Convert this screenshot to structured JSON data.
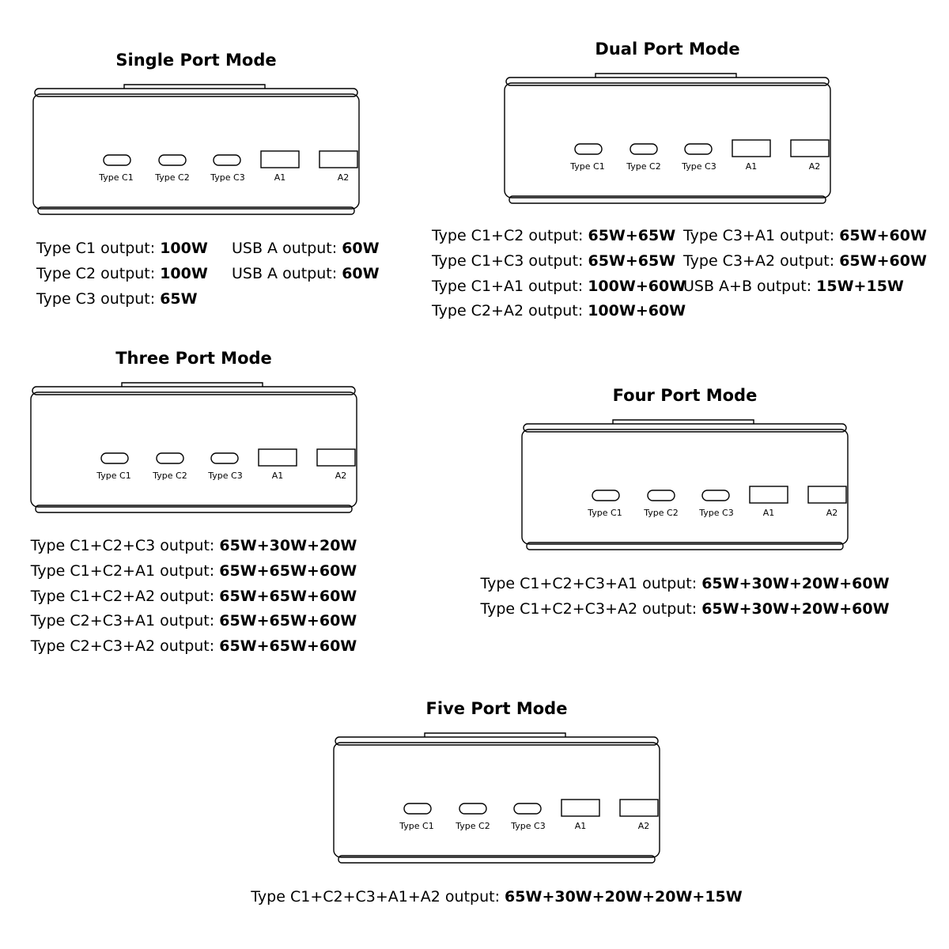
{
  "port_labels": [
    "Type C1",
    "Type C2",
    "Type C3",
    "A1",
    "A2"
  ],
  "modes": [
    {
      "id": "single",
      "title": "Single Port Mode",
      "specs": [
        {
          "label": "Type C1 output:",
          "value": "100W"
        },
        {
          "label": "Type C2 output:",
          "value": "100W"
        },
        {
          "label": "Type C3 output:",
          "value": "65W"
        },
        {
          "label": "USB A output:",
          "value": "60W"
        },
        {
          "label": "USB A output:",
          "value": "60W"
        }
      ]
    },
    {
      "id": "dual",
      "title": "Dual Port Mode",
      "specs": [
        {
          "label": "Type C1+C2 output:",
          "value": "65W+65W"
        },
        {
          "label": "Type C1+C3 output:",
          "value": "65W+65W"
        },
        {
          "label": "Type C1+A1 output:",
          "value": "100W+60W"
        },
        {
          "label": "Type C2+A2 output:",
          "value": "100W+60W"
        },
        {
          "label": "Type C3+A1 output:",
          "value": "65W+60W"
        },
        {
          "label": "Type C3+A2 output:",
          "value": "65W+60W"
        },
        {
          "label": "USB A+B output:",
          "value": "15W+15W"
        }
      ]
    },
    {
      "id": "three",
      "title": "Three Port Mode",
      "specs": [
        {
          "label": "Type C1+C2+C3 output:",
          "value": "65W+30W+20W"
        },
        {
          "label": "Type C1+C2+A1 output:",
          "value": "65W+65W+60W"
        },
        {
          "label": "Type C1+C2+A2 output:",
          "value": "65W+65W+60W"
        },
        {
          "label": "Type C2+C3+A1 output:",
          "value": "65W+65W+60W"
        },
        {
          "label": "Type C2+C3+A2 output:",
          "value": "65W+65W+60W"
        }
      ]
    },
    {
      "id": "four",
      "title": "Four Port Mode",
      "specs": [
        {
          "label": "Type C1+C2+C3+A1 output:",
          "value": "65W+30W+20W+60W"
        },
        {
          "label": "Type C1+C2+C3+A2 output:",
          "value": "65W+30W+20W+60W"
        }
      ]
    },
    {
      "id": "five",
      "title": "Five Port Mode",
      "specs": [
        {
          "label": "Type C1+C2+C3+A1+A2 output:",
          "value": "65W+30W+20W+20W+15W"
        }
      ]
    }
  ]
}
